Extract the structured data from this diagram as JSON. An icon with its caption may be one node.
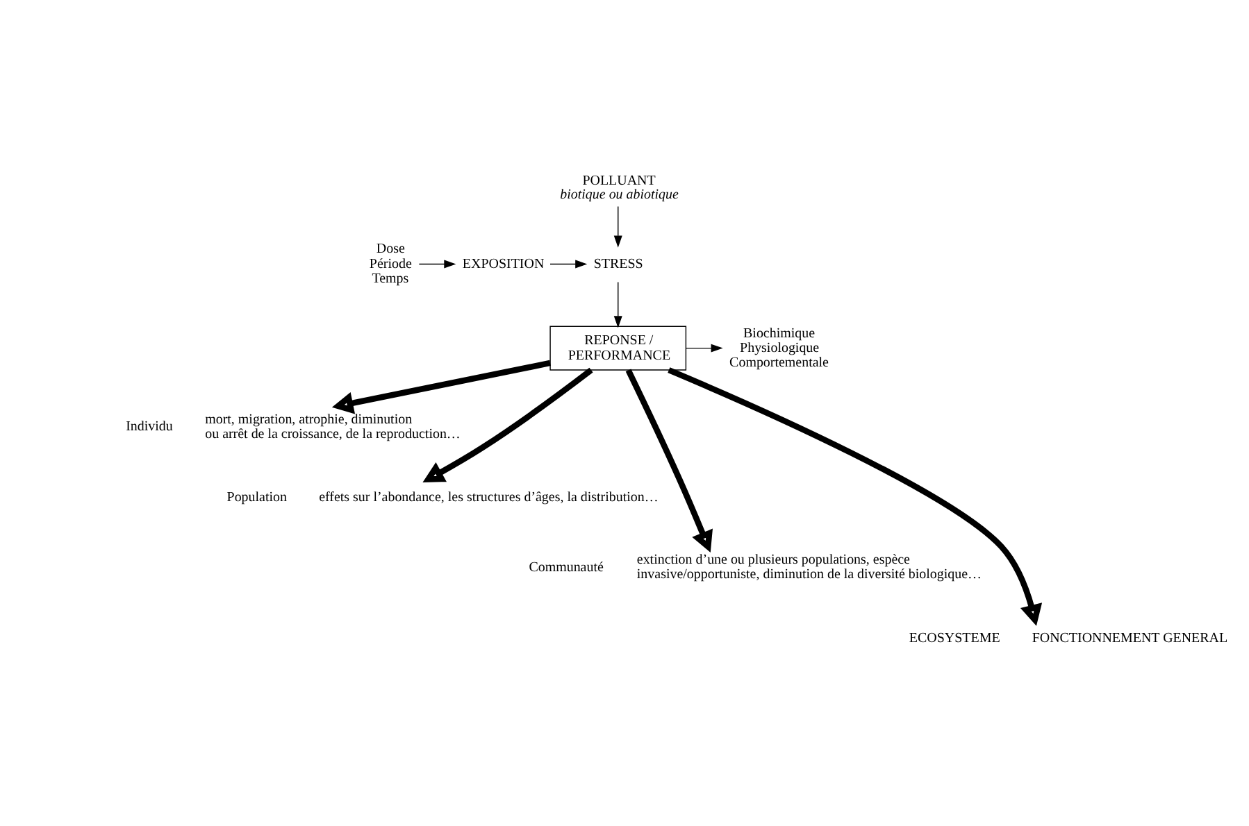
{
  "diagram": {
    "nodes": [
      {
        "text": [
          "Dose Période Temps"
        ]
      },
      {
        "text": [
          "EXPOSITION"
        ]
      },
      {
        "text": [
          "POLLUANT",
          "biotique ou abiotique"
        ]
      },
      {
        "text": [
          "STRESS"
        ]
      },
      {
        "text": [
          "REPONSE / PERFORMANCE"
        ]
      },
      {
        "text": [
          "Biochimique Physiologique Comportementale"
        ]
      },
      {
        "text": [
          "mort, migration, atrophie, diminution ou arrêt de la croissance, de la reproduction…"
        ],
        "beside": [
          "Individu"
        ]
      },
      {
        "text": [
          "effets sur l’abondance, les structures d’âges, la distribution…"
        ],
        "beside": [
          "Population"
        ]
      },
      {
        "text": [
          "extinction d’une ou plusieurs populations, espèce invasive/opportuniste, diminution de la diversité biologique…"
        ],
        "beside": [
          "Communauté"
        ]
      },
      {
        "text": [
          "FONCTIONNEMENT GENERAL"
        ],
        "beside": [
          "ECOSYSTEME"
        ]
      }
    ],
    "edges": [
      {
        "from": 0,
        "to": 1,
        "arrow": "to"
      },
      {
        "from": 1,
        "to": 3,
        "arrow": "to"
      },
      {
        "from": 2,
        "to": 3,
        "arrow": "to"
      },
      {
        "from": 3,
        "to": 4,
        "arrow": "to"
      },
      {
        "from": 4,
        "to": 5,
        "arrow": "to"
      },
      {
        "from": 4,
        "to": 6,
        "arrow": "to",
        "style": "thick"
      },
      {
        "from": 4,
        "to": 7,
        "arrow": "to",
        "style": "thick"
      },
      {
        "from": 4,
        "to": 8,
        "arrow": "to",
        "style": "thick"
      },
      {
        "from": 4,
        "to": 9,
        "arrow": "to",
        "style": "thick"
      }
    ]
  }
}
